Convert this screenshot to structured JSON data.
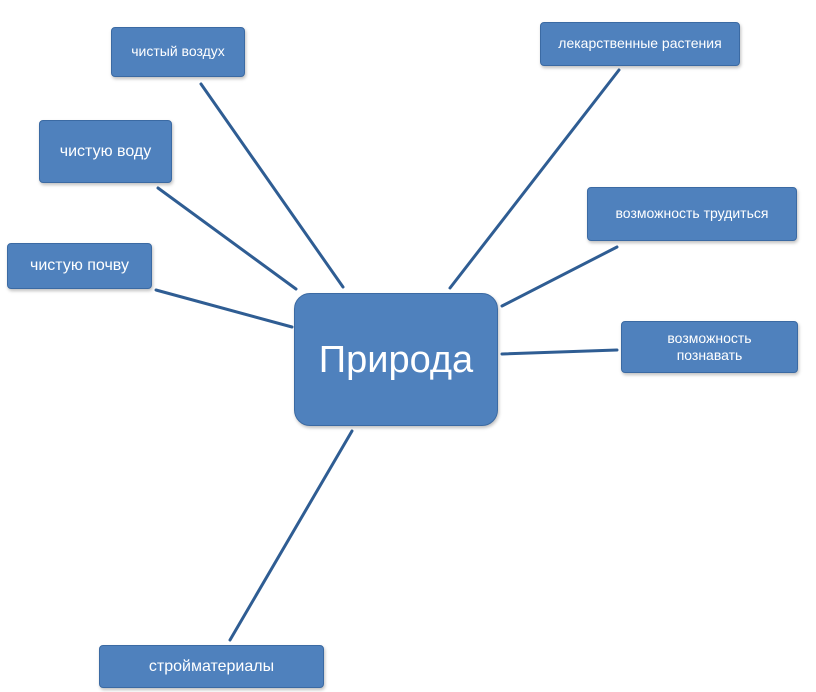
{
  "diagram": {
    "center": "Природа",
    "nodes": {
      "clean_air": "чистый воздух",
      "clean_water": "чистую воду",
      "clean_soil": "чистую почву",
      "medicinal_plants": "лекарственные растения",
      "ability_to_work": "возможность трудиться",
      "ability_to_learn": "возможность познавать",
      "building_materials": "стройматериалы"
    }
  },
  "colors": {
    "node_fill": "#4f81bd",
    "node_text": "#ffffff",
    "connector": "#2f5d93"
  }
}
